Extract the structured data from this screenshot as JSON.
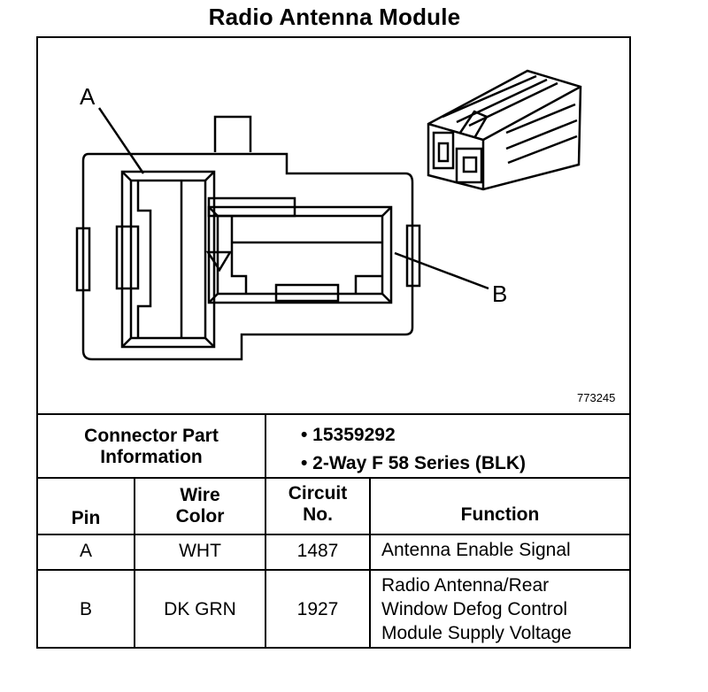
{
  "title": "Radio Antenna Module",
  "callouts": {
    "a": "A",
    "b": "B"
  },
  "figure_number": "773245",
  "connector_info": {
    "label_line1": "Connector Part",
    "label_line2": "Information",
    "items": [
      "• 15359292",
      "• 2-Way F 58 Series (BLK)"
    ]
  },
  "table": {
    "headers": {
      "pin": "Pin",
      "wire_color_1": "Wire",
      "wire_color_2": "Color",
      "circuit_1": "Circuit",
      "circuit_2": "No.",
      "function": "Function"
    },
    "rows": [
      {
        "pin": "A",
        "wire_color": "WHT",
        "circuit": "1487",
        "function_lines": [
          "Antenna Enable Signal"
        ]
      },
      {
        "pin": "B",
        "wire_color": "DK GRN",
        "circuit": "1927",
        "function_lines": [
          "Radio Antenna/Rear",
          "Window Defog Control",
          "Module Supply Voltage"
        ]
      }
    ]
  }
}
